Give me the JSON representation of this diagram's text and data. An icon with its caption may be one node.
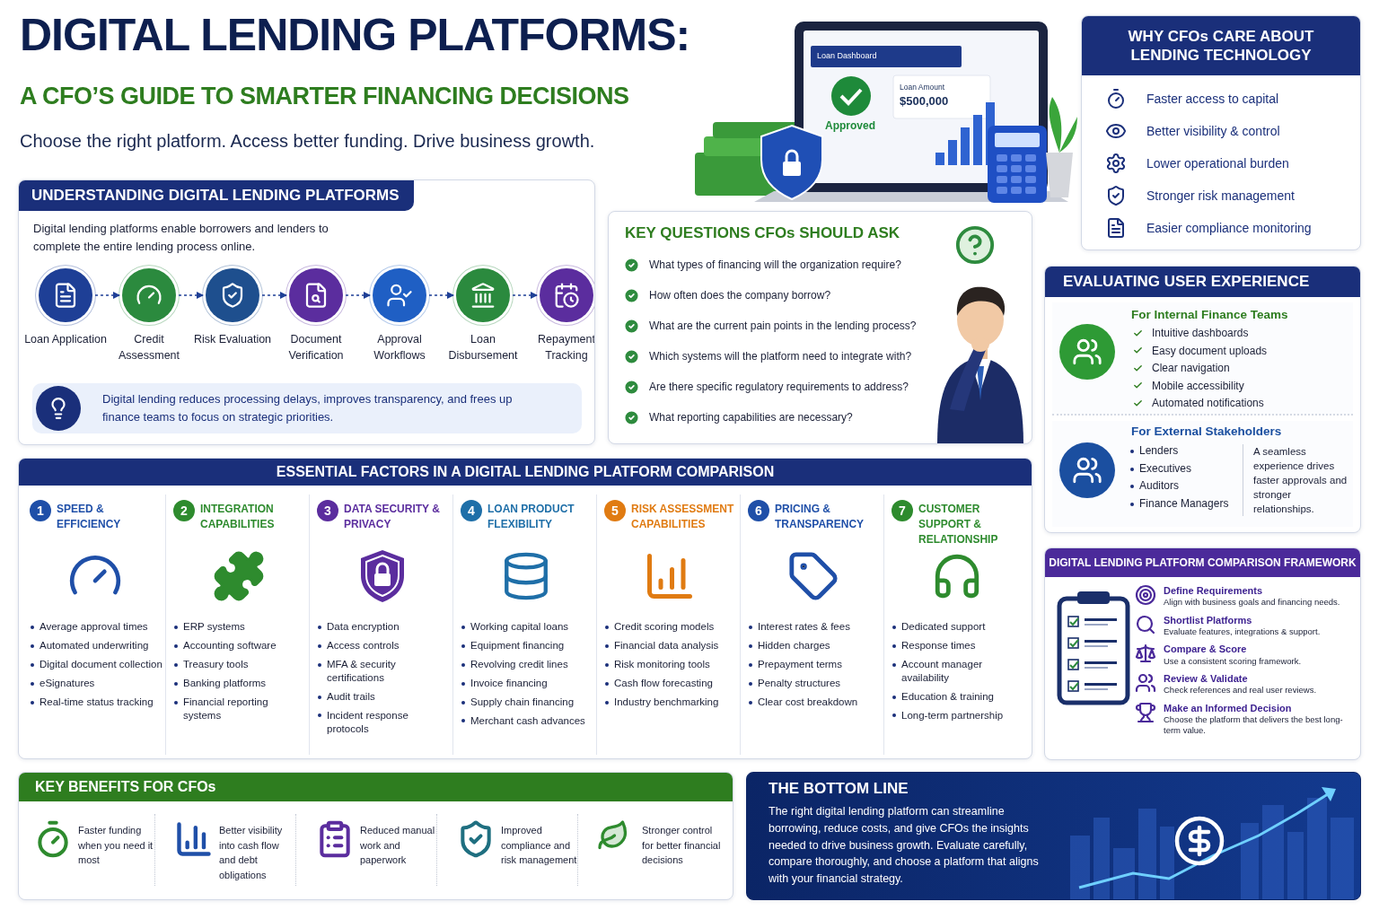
{
  "diagram": {
    "title": "DIGITAL LENDING PLATFORMS:",
    "nodes": [
      {
        "text": [
          "UNDERSTANDING DIGITAL LENDING PLATFORMS",
          "Digital lending platforms enable borrowers and lenders to complete the entire lending process online."
        ]
      },
      {
        "text": [],
        "shape": "circle",
        "in": 0,
        "beside": [
          "Loan Application"
        ]
      },
      {
        "text": [],
        "shape": "circle",
        "in": 0,
        "beside": [
          "Credit Assessment"
        ]
      },
      {
        "text": [],
        "shape": "circle",
        "in": 0,
        "beside": [
          "Risk Evaluation"
        ]
      },
      {
        "text": [],
        "shape": "circle",
        "in": 0,
        "beside": [
          "Document Verification"
        ]
      },
      {
        "text": [],
        "shape": "circle",
        "in": 0,
        "beside": [
          "Approval Workflows"
        ]
      },
      {
        "text": [],
        "shape": "circle",
        "in": 0,
        "beside": [
          "Loan Disbursement"
        ]
      },
      {
        "text": [],
        "shape": "circle",
        "in": 0,
        "beside": [
          "Repayment Tracking"
        ]
      },
      {
        "text": [
          "Digital lending reduces processing delays, improves transparency, and frees up finance teams to focus on strategic priorities."
        ],
        "in": 0
      },
      {
        "text": [
          "KEY QUESTIONS CFOs SHOULD ASK",
          "What types of financing will the organization require?",
          "How often does the company borrow?",
          "What are the current pain points in the lending process?",
          "Which systems will the platform need to integrate with?",
          "Are there specific regulatory requirements to address?",
          "What reporting capabilities are necessary?"
        ]
      },
      {
        "text": [
          "WHY CFOs CARE ABOUT LENDING TECHNOLOGY",
          "Faster access to capital",
          "Better visibility & control",
          "Lower operational burden",
          "Stronger risk management",
          "Easier compliance monitoring"
        ]
      },
      {
        "text": [
          "EVALUATING USER EXPERIENCE"
        ]
      },
      {
        "text": [
          "For Internal Finance Teams",
          "Intuitive dashboards",
          "Easy document uploads",
          "Clear navigation",
          "Mobile accessibility",
          "Automated notifications"
        ],
        "in": 11
      },
      {
        "text": [
          "For External Stakeholders",
          "Lenders",
          "Executives",
          "Auditors",
          "Finance Managers",
          "A seamless experience drives faster approvals and stronger relationships."
        ],
        "in": 11
      },
      {
        "text": [
          "ESSENTIAL FACTORS IN A DIGITAL LENDING PLATFORM COMPARISON"
        ]
      },
      {
        "text": [
          "1",
          "SPEED & EFFICIENCY",
          "Average approval times",
          "Automated underwriting",
          "Digital document collection",
          "eSignatures",
          "Real-time status tracking"
        ],
        "in": 14
      },
      {
        "text": [
          "2",
          "INTEGRATION CAPABILITIES",
          "ERP systems",
          "Accounting software",
          "Treasury tools",
          "Banking platforms",
          "Financial reporting systems"
        ],
        "in": 14
      },
      {
        "text": [
          "3",
          "DATA SECURITY & PRIVACY",
          "Data encryption",
          "Access controls",
          "MFA & security certifications",
          "Audit trails",
          "Incident response protocols"
        ],
        "in": 14
      },
      {
        "text": [
          "4",
          "LOAN PRODUCT FLEXIBILITY",
          "Working capital loans",
          "Equipment financing",
          "Revolving credit lines",
          "Invoice financing",
          "Supply chain financing",
          "Merchant cash advances"
        ],
        "in": 14
      },
      {
        "text": [
          "5",
          "RISK ASSESSMENT CAPABILITIES",
          "Credit scoring models",
          "Financial data analysis",
          "Risk monitoring tools",
          "Cash flow forecasting",
          "Industry benchmarking"
        ],
        "in": 14
      },
      {
        "text": [
          "6",
          "PRICING & TRANSPARENCY",
          "Interest rates & fees",
          "Hidden charges",
          "Prepayment terms",
          "Penalty structures",
          "Clear cost breakdown"
        ],
        "in": 14
      },
      {
        "text": [
          "7",
          "CUSTOMER SUPPORT & RELATIONSHIP",
          "Dedicated support",
          "Response times",
          "Account manager availability",
          "Education & training",
          "Long-term partnership"
        ],
        "in": 14
      },
      {
        "text": [
          "DIGITAL LENDING PLATFORM COMPARISON FRAMEWORK",
          "Define Requirements",
          "Align with business goals and financing needs.",
          "Shortlist Platforms",
          "Evaluate features, integrations & support.",
          "Compare & Score",
          "Use a consistent scoring framework.",
          "Review & Validate",
          "Check references and real user reviews.",
          "Make an Informed Decision",
          "Choose the platform that delivers the best long-term value."
        ]
      },
      {
        "text": [
          "KEY BENEFITS FOR CFOs",
          "Faster funding when you need it most",
          "Better visibility into cash flow and debt obligations",
          "Reduced manual work and paperwork",
          "Improved compliance and risk management",
          "Stronger control for better financial decisions"
        ]
      },
      {
        "text": [
          "THE BOTTOM LINE",
          "The right digital lending platform can streamline borrowing, reduce costs, and give CFOs the insights needed to drive business growth. Evaluate carefully, compare thoroughly, and choose a platform that aligns with your financial strategy."
        ]
      }
    ],
    "edges": [
      {
        "from": 1,
        "to": 2,
        "arrow": "to",
        "style": "dashed"
      },
      {
        "from": 2,
        "to": 3,
        "arrow": "to",
        "style": "dashed"
      },
      {
        "from": 3,
        "to": 4,
        "arrow": "to",
        "style": "dashed"
      },
      {
        "from": 4,
        "to": 5,
        "arrow": "to",
        "style": "dashed"
      },
      {
        "from": 5,
        "to": 6,
        "arrow": "to",
        "style": "dashed"
      },
      {
        "from": 6,
        "to": 7,
        "arrow": "to",
        "style": "dashed"
      }
    ],
    "labels": [
      "A CFO’S GUIDE TO SMARTER FINANCING DECISIONS",
      "Choose the right platform. Access better funding. Drive business growth.",
      "Loan Dashboard",
      "Loan Amount",
      "$500,000",
      "Approved"
    ]
  }
}
